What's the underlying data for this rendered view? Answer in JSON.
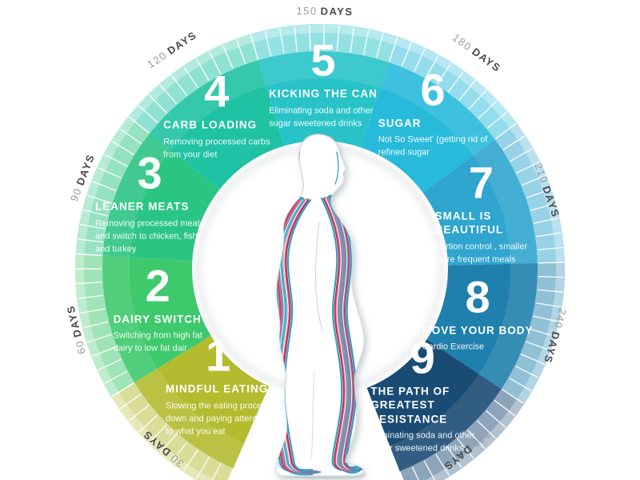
{
  "wheel": {
    "segments": [
      {
        "number": "1",
        "title": "MINDFUL EATING",
        "description": "Slowing the eating process\ndown and paying attention\nto what you eat",
        "days_value": "30",
        "days_word": "DAYS",
        "color": "#b4bb2e"
      },
      {
        "number": "2",
        "title": "DAIRY SWITCH",
        "description": "Switching from high fat\ndairy to low fat dair",
        "days_value": "60",
        "days_word": "DAYS",
        "color": "#3ec96d"
      },
      {
        "number": "3",
        "title": "LEANER MEATS",
        "description": "Removing processed meats\nand switch to chicken, fish\nand turkey",
        "days_value": "90",
        "days_word": "DAYS",
        "color": "#2bc583"
      },
      {
        "number": "4",
        "title": "CARB LOADING",
        "description": "Removing processed carbs\nfrom your diet",
        "days_value": "120",
        "days_word": "DAYS",
        "color": "#1fc2a2"
      },
      {
        "number": "5",
        "title": "KICKING THE CAN",
        "description": "Eliminating soda and other\nsugar sweetened drinks",
        "days_value": "150",
        "days_word": "DAYS",
        "color": "#28c3c9"
      },
      {
        "number": "6",
        "title": "SUGAR",
        "description": "Not So Sweet' (getting rid of\nrefined sugar",
        "days_value": "180",
        "days_word": "DAYS",
        "color": "#28badb"
      },
      {
        "number": "7",
        "title": "SMALL IS\nBEAUTIFUL",
        "description": "Portion control , smaller\nmore frequent meals",
        "days_value": "210",
        "days_word": "DAYS",
        "color": "#2fa5cf"
      },
      {
        "number": "8",
        "title": "MOVE YOUR BODY",
        "description": "Cardio Exercise",
        "days_value": "240",
        "days_word": "DAYS",
        "color": "#1f80ad"
      },
      {
        "number": "9",
        "title": "THE PATH OF\nGREATEST\nRESISTANCE",
        "description": "Eliminating soda and other\nsugar sweetened drinks",
        "days_value": "270",
        "days_word": "DAYS",
        "color": "#1a4b74"
      }
    ]
  },
  "figure": {
    "description": "human body profile with flowing red and blue ribbons",
    "ribbon_colors": [
      "#2e9dc0",
      "#45aecf",
      "#35a0c4",
      "#bfe3ee",
      "#d63b60",
      "#e8607c",
      "#c03054"
    ]
  }
}
